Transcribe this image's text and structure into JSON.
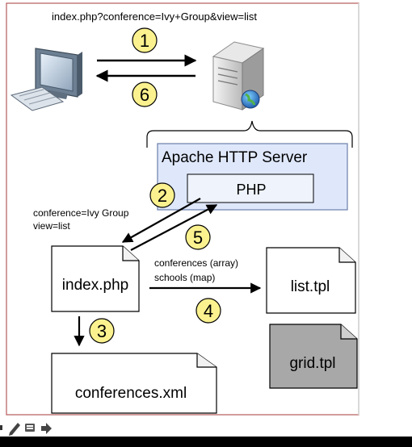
{
  "diagram": {
    "top_url": "index.php?conference=Ivy+Group&view=list",
    "server_box_title": "Apache HTTP Server",
    "php_label": "PHP",
    "params_line1": "conference=Ivy Group",
    "params_line2": "view=list",
    "index_label": "index.php",
    "vars_line1": "conferences (array)",
    "vars_line2": "schools (map)",
    "list_tpl_label": "list.tpl",
    "grid_tpl_label": "grid.tpl",
    "xml_label": "conferences.xml",
    "steps": [
      "1",
      "6",
      "2",
      "5",
      "4",
      "3"
    ],
    "colors": {
      "step_fill": "#fbf28f",
      "server_box_fill": "#dfe8fb",
      "server_box_stroke": "#6a7fa8",
      "grid_doc_fill": "#a8a8a8",
      "frame_stroke": "#b65a5a",
      "toolbar_bg": "#000000"
    }
  },
  "toolbar": {
    "icons": [
      "pencil-icon",
      "comment-icon",
      "forward-arrow-icon"
    ]
  }
}
